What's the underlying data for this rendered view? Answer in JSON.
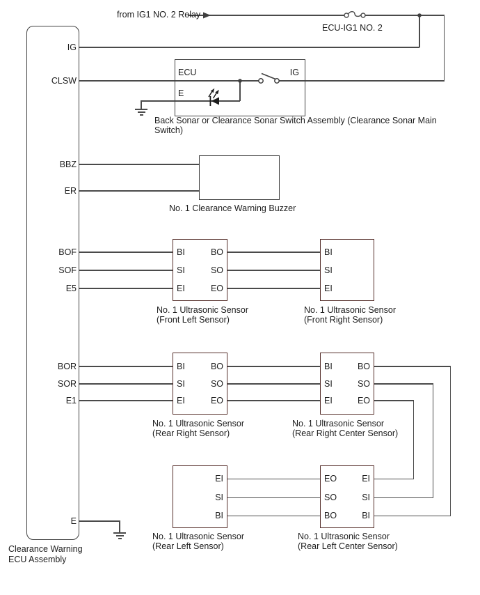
{
  "power": {
    "source_label": "from IG1 NO. 2 Relay",
    "fuse_label": "ECU-IG1 NO. 2"
  },
  "ecu": {
    "caption_line1": "Clearance Warning",
    "caption_line2": "ECU Assembly",
    "pins": [
      "IG",
      "CLSW",
      "BBZ",
      "ER",
      "BOF",
      "SOF",
      "E5",
      "BOR",
      "SOR",
      "E1",
      "E"
    ]
  },
  "switch": {
    "pin_ecu": "ECU",
    "pin_ig": "IG",
    "pin_e": "E",
    "caption_line1": "Back Sonar or Clearance Sonar Switch Assembly (Clearance Sonar Main",
    "caption_line2": "Switch)"
  },
  "buzzer": {
    "caption": "No. 1 Clearance Warning Buzzer"
  },
  "sensors": [
    {
      "caption_line1": "No. 1 Ultrasonic Sensor",
      "caption_line2": "(Front Left Sensor)",
      "left_pins": [
        "BI",
        "SI",
        "EI"
      ],
      "right_pins": [
        "BO",
        "SO",
        "EO"
      ]
    },
    {
      "caption_line1": "No. 1 Ultrasonic Sensor",
      "caption_line2": "(Front Right Sensor)",
      "left_pins": [
        "BI",
        "SI",
        "EI"
      ],
      "right_pins": []
    },
    {
      "caption_line1": "No. 1 Ultrasonic Sensor",
      "caption_line2": "(Rear Right Sensor)",
      "left_pins": [
        "BI",
        "SI",
        "EI"
      ],
      "right_pins": [
        "BO",
        "SO",
        "EO"
      ]
    },
    {
      "caption_line1": "No. 1 Ultrasonic Sensor",
      "caption_line2": "(Rear Right Center Sensor)",
      "left_pins": [
        "BI",
        "SI",
        "EI"
      ],
      "right_pins": [
        "BO",
        "SO",
        "EO"
      ]
    },
    {
      "caption_line1": "No. 1 Ultrasonic Sensor",
      "caption_line2": "(Rear Left Sensor)",
      "left_pins": [],
      "right_pins": [
        "EI",
        "SI",
        "BI"
      ]
    },
    {
      "caption_line1": "No. 1 Ultrasonic Sensor",
      "caption_line2": "(Rear Left Center Sensor)",
      "left_pins": [
        "EO",
        "SO",
        "BO"
      ],
      "right_pins": [
        "EI",
        "SI",
        "BI"
      ]
    }
  ],
  "colors": {
    "wire": "#4a4a4a",
    "component_border": "#3f3f3f",
    "sensor_border": "#552e2a",
    "text": "#1c1c1c",
    "background": "#ffffff"
  }
}
